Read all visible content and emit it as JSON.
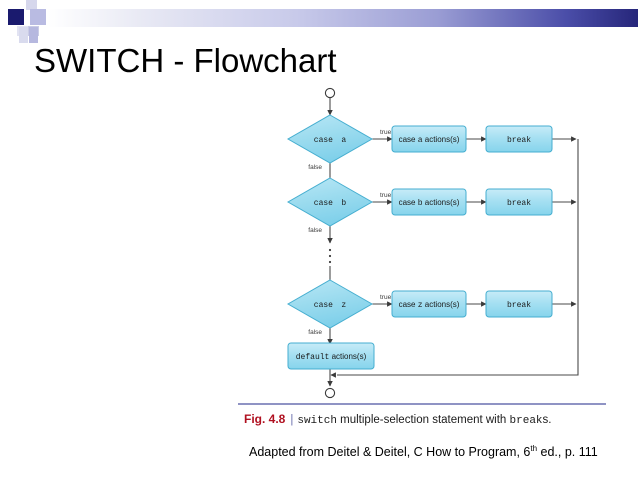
{
  "slide": {
    "title": "SWITCH - Flowchart",
    "background_color": "#ffffff",
    "accent_navy": "#1a1a6e",
    "accent_periwinkle": "#8f93c4"
  },
  "decoration": {
    "band_name": "gradient-band",
    "squares": [
      "navy-square",
      "light-square-a",
      "mid-square-b",
      "pale-square-c",
      "mid-square-d",
      "pale-square-e",
      "mid-square-f"
    ]
  },
  "flowchart": {
    "node_fill": "#9fdcf0",
    "node_fill_light": "#cdeef8",
    "node_stroke": "#3fa9c9",
    "connector_color": "#4a4a4a",
    "start_terminator": "start-circle",
    "end_terminator": "end-circle",
    "ellipsis": "⋮",
    "rows": [
      {
        "decision": {
          "keyword": "case",
          "operand": "a"
        },
        "true_label": "true",
        "false_label": "false",
        "action": {
          "prefix": "case ",
          "operand": "a",
          "suffix": " actions(s)"
        },
        "break": "break"
      },
      {
        "decision": {
          "keyword": "case",
          "operand": "b"
        },
        "true_label": "true",
        "false_label": "false",
        "action": {
          "prefix": "case ",
          "operand": "b",
          "suffix": " actions(s)"
        },
        "break": "break"
      },
      {
        "decision": {
          "keyword": "case",
          "operand": "z"
        },
        "true_label": "true",
        "false_label": "false",
        "action": {
          "prefix": "case ",
          "operand": "z",
          "suffix": " actions(s)"
        },
        "break": "break"
      }
    ],
    "default_node": {
      "keyword": "default",
      "suffix": " actions(s)"
    }
  },
  "caption": {
    "figure_number": "Fig. 4.8",
    "separator": "|",
    "keyword": "switch",
    "text_middle": " multiple-selection statement with ",
    "keyword2": "break",
    "text_end": "s."
  },
  "attribution": {
    "text_before": "Adapted from Deitel & Deitel, C How to Program, 6",
    "superscript": "th",
    "text_after": " ed., p. 111"
  }
}
